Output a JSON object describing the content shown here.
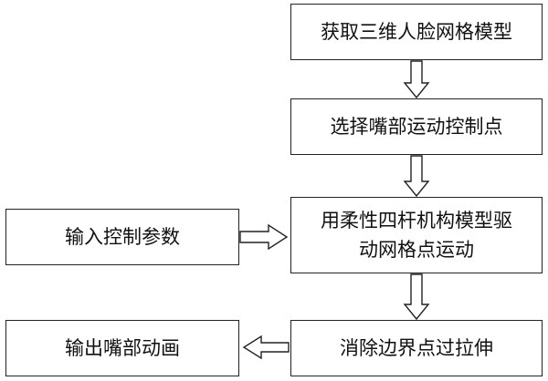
{
  "flowchart": {
    "step1": "获取三维人脸网格模型",
    "step2": "选择嘴部运动控制点",
    "step3_line1": "用柔性四杆机构模型驱",
    "step3_line2": "动网格点运动",
    "step4": "消除边界点过拉伸",
    "input": "输入控制参数",
    "output": "输出嘴部动画"
  }
}
